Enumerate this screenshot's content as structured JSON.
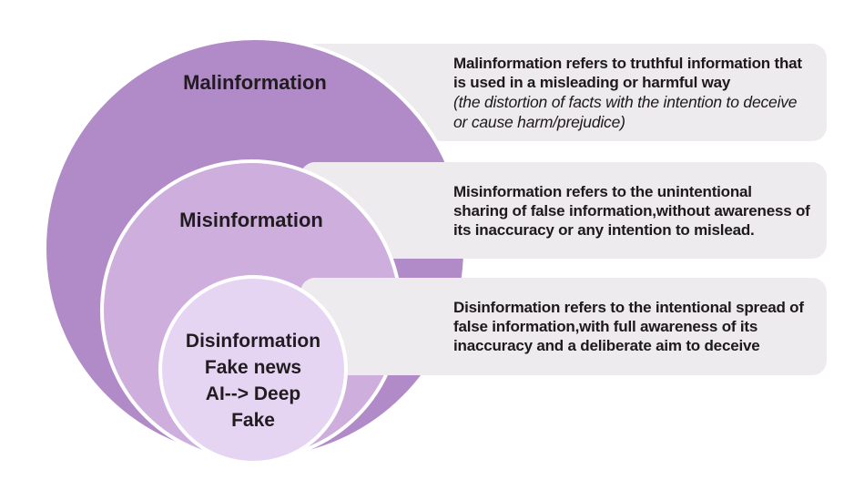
{
  "rings": [
    {
      "id": "malinformation",
      "label": "Malinformation",
      "fill": "#b18bc8"
    },
    {
      "id": "misinformation",
      "label": "Misinformation",
      "fill": "#cdaedd"
    },
    {
      "id": "disinformation",
      "lines": [
        "Disinformation",
        "Fake news",
        "AI--> Deep",
        "Fake"
      ],
      "fill": "#e5d5f2"
    }
  ],
  "callouts": [
    {
      "bold": "Malinformation refers to truthful information that is used in a misleading or harmful way",
      "italic": "(the distortion of facts with the intention to deceive or cause harm/prejudice)"
    },
    {
      "bold": "Misinformation refers to the unintentional sharing of false information,without awareness of its inaccuracy or any intention to mislead."
    },
    {
      "bold": "Disinformation refers to the intentional spread of false information,with full awareness of its inaccuracy and a deliberate aim to deceive"
    }
  ],
  "colors": {
    "ring_outer": "#b18bc8",
    "ring_middle": "#cdaedd",
    "ring_inner": "#e5d5f2",
    "ring_stroke": "#ffffff",
    "callout_background": "#edebed",
    "text": "#1d191c",
    "page_background": "#ffffff"
  }
}
